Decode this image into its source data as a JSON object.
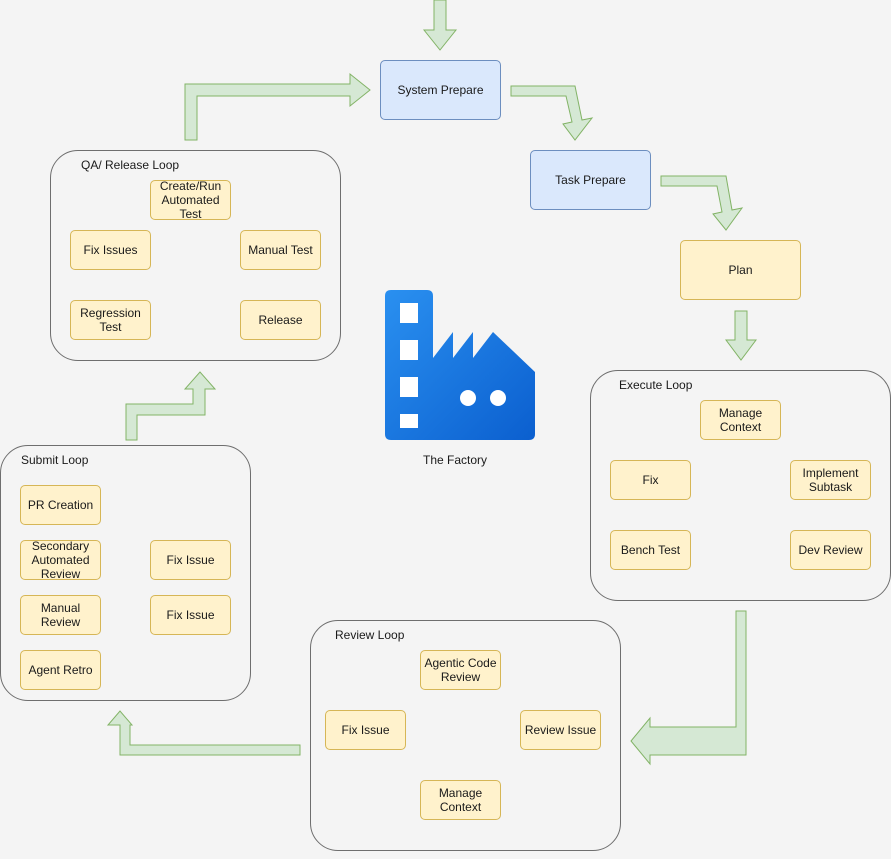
{
  "top_flow": {
    "system_prepare": "System Prepare",
    "task_prepare": "Task Prepare",
    "plan": "Plan"
  },
  "center": {
    "label": "The Factory"
  },
  "qa_loop": {
    "title": "QA/ Release Loop",
    "create_run": "Create/Run Automated Test",
    "fix_issues": "Fix Issues",
    "manual_test": "Manual Test",
    "regression": "Regression Test",
    "release": "Release"
  },
  "execute_loop": {
    "title": "Execute Loop",
    "manage_context": "Manage Context",
    "fix": "Fix",
    "implement": "Implement Subtask",
    "bench_test": "Bench Test",
    "dev_review": "Dev Review"
  },
  "submit_loop": {
    "title": "Submit Loop",
    "pr_creation": "PR Creation",
    "secondary": "Secondary Automated Review",
    "fix_issue_1": "Fix Issue",
    "manual_review": "Manual Review",
    "fix_issue_2": "Fix Issue",
    "agent_retro": "Agent Retro"
  },
  "review_loop": {
    "title": "Review Loop",
    "agentic": "Agentic Code Review",
    "fix_issue": "Fix Issue",
    "review_issue": "Review Issue",
    "manage_context": "Manage Context"
  },
  "colors": {
    "blue_fill": "#dae8fc",
    "blue_stroke": "#6c8ebf",
    "yellow_fill": "#fff2cc",
    "yellow_stroke": "#d6b656",
    "flow_fill": "#d5e8d4",
    "flow_stroke": "#82b366",
    "factory_blue": "#1a7be0"
  },
  "icons": [
    "factory-icon"
  ]
}
